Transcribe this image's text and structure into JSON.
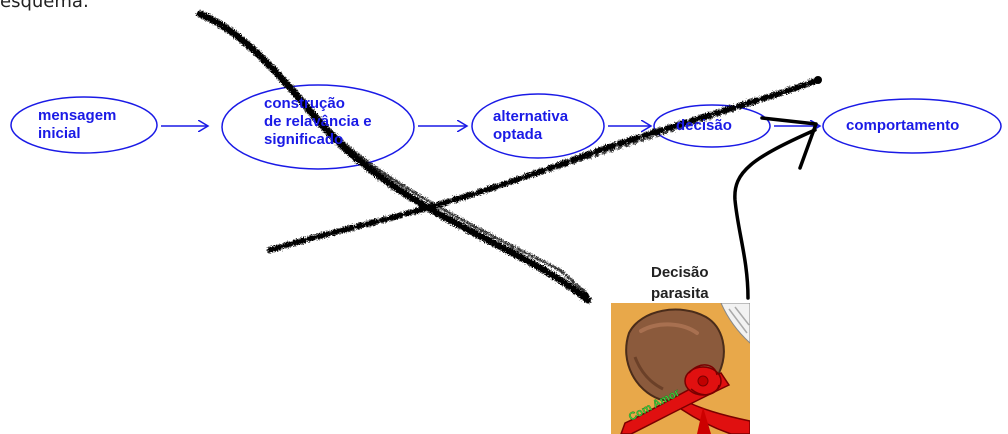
{
  "header_text": "esquema:",
  "nodes": {
    "n1": {
      "line1": "mensagem",
      "line2": "inicial"
    },
    "n2": {
      "line1": "construção",
      "line2": "de relavância e",
      "line3": "significado"
    },
    "n3": {
      "line1": "alternativa",
      "line2": "optada"
    },
    "n4": {
      "line1": "decisão"
    },
    "n5": {
      "line1": "comportamento"
    }
  },
  "caption": {
    "line1": "Decisão",
    "line2": "parasita"
  },
  "picture": {
    "ribbon_text": "Com Amor"
  },
  "colors": {
    "node_text": "#1a1ae6",
    "node_border": "#1a1ae6",
    "arrow": "#1a1ae6",
    "scribble": "#000000",
    "picture_bg": "#e8a84a",
    "ribbon": "#e01010",
    "ribbon_text": "#3ccc3c"
  }
}
